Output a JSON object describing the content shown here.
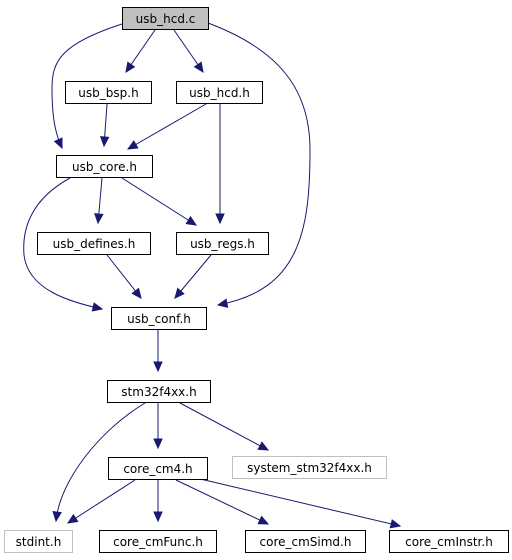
{
  "diagram": {
    "colors": {
      "edge": "#191970",
      "focus_fill": "#bfbfbf",
      "node_border": "#000000",
      "missing_border": "#bfbfbf"
    },
    "nodes": [
      {
        "id": "usb_hcd_c",
        "label": "usb_hcd.c",
        "kind": "focus"
      },
      {
        "id": "usb_bsp_h",
        "label": "usb_bsp.h",
        "kind": "normal"
      },
      {
        "id": "usb_hcd_h",
        "label": "usb_hcd.h",
        "kind": "normal"
      },
      {
        "id": "usb_core_h",
        "label": "usb_core.h",
        "kind": "normal"
      },
      {
        "id": "usb_defines_h",
        "label": "usb_defines.h",
        "kind": "normal"
      },
      {
        "id": "usb_regs_h",
        "label": "usb_regs.h",
        "kind": "normal"
      },
      {
        "id": "usb_conf_h",
        "label": "usb_conf.h",
        "kind": "normal"
      },
      {
        "id": "stm32f4xx_h",
        "label": "stm32f4xx.h",
        "kind": "normal"
      },
      {
        "id": "core_cm4_h",
        "label": "core_cm4.h",
        "kind": "normal"
      },
      {
        "id": "system_stm32f4xx_h",
        "label": "system_stm32f4xx.h",
        "kind": "missing"
      },
      {
        "id": "stdint_h",
        "label": "stdint.h",
        "kind": "missing"
      },
      {
        "id": "core_cmFunc_h",
        "label": "core_cmFunc.h",
        "kind": "normal"
      },
      {
        "id": "core_cmSimd_h",
        "label": "core_cmSimd.h",
        "kind": "normal"
      },
      {
        "id": "core_cmInstr_h",
        "label": "core_cmInstr.h",
        "kind": "normal"
      }
    ],
    "edges": [
      {
        "from": "usb_hcd_c",
        "to": "usb_bsp_h"
      },
      {
        "from": "usb_hcd_c",
        "to": "usb_hcd_h"
      },
      {
        "from": "usb_hcd_c",
        "to": "usb_core_h"
      },
      {
        "from": "usb_hcd_c",
        "to": "usb_conf_h"
      },
      {
        "from": "usb_bsp_h",
        "to": "usb_core_h"
      },
      {
        "from": "usb_hcd_h",
        "to": "usb_core_h"
      },
      {
        "from": "usb_hcd_h",
        "to": "usb_regs_h"
      },
      {
        "from": "usb_core_h",
        "to": "usb_defines_h"
      },
      {
        "from": "usb_core_h",
        "to": "usb_regs_h"
      },
      {
        "from": "usb_core_h",
        "to": "usb_conf_h"
      },
      {
        "from": "usb_defines_h",
        "to": "usb_conf_h"
      },
      {
        "from": "usb_regs_h",
        "to": "usb_conf_h"
      },
      {
        "from": "usb_conf_h",
        "to": "stm32f4xx_h"
      },
      {
        "from": "stm32f4xx_h",
        "to": "core_cm4_h"
      },
      {
        "from": "stm32f4xx_h",
        "to": "system_stm32f4xx_h"
      },
      {
        "from": "stm32f4xx_h",
        "to": "stdint_h"
      },
      {
        "from": "core_cm4_h",
        "to": "stdint_h"
      },
      {
        "from": "core_cm4_h",
        "to": "core_cmFunc_h"
      },
      {
        "from": "core_cm4_h",
        "to": "core_cmSimd_h"
      },
      {
        "from": "core_cm4_h",
        "to": "core_cmInstr_h"
      }
    ]
  }
}
